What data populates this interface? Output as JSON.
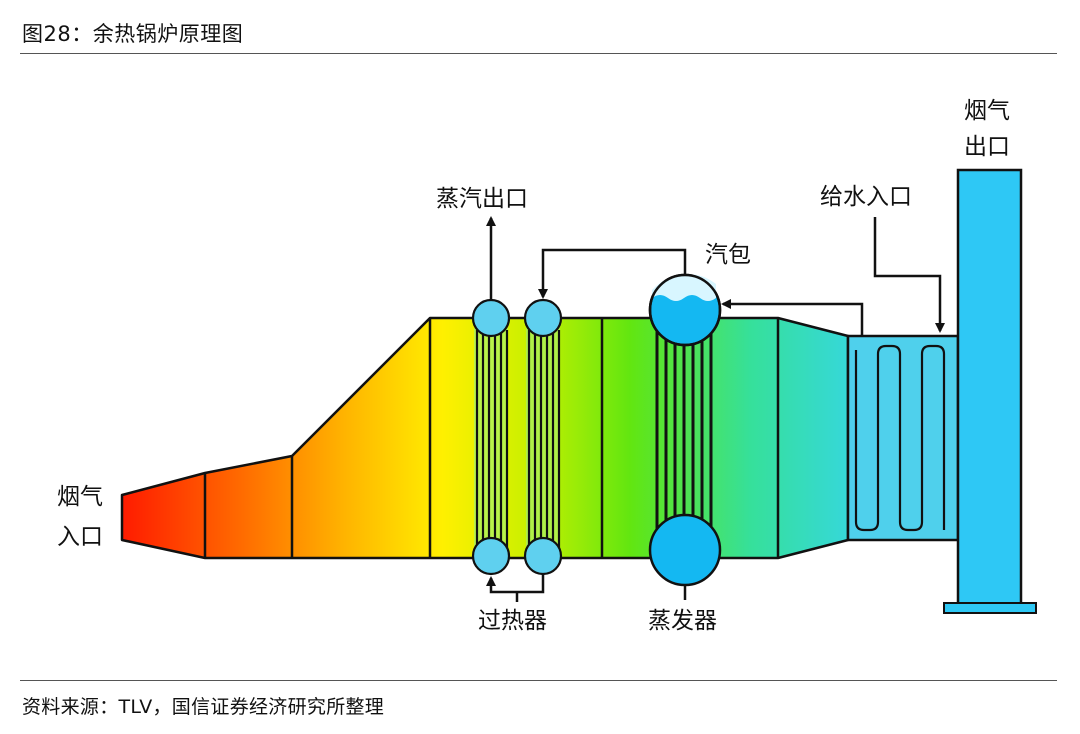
{
  "figure": {
    "title": "图28：余热锅炉原理图",
    "source": "资料来源：TLV，国信证券经济研究所整理"
  },
  "labels": {
    "flue_gas_inlet_line1": "烟气",
    "flue_gas_inlet_line2": "入口",
    "steam_outlet": "蒸汽出口",
    "steam_drum": "汽包",
    "feedwater_inlet": "给水入口",
    "flue_gas_outlet_line1": "烟气",
    "flue_gas_outlet_line2": "出口",
    "superheater": "过热器",
    "evaporator": "蒸发器"
  },
  "colors": {
    "gradient_start": "#ff1a00",
    "gradient_orange": "#ff8a00",
    "gradient_yellow": "#fff200",
    "gradient_green": "#55e000",
    "gradient_teal": "#2fe0c0",
    "gradient_end": "#2fd0ee",
    "pipe_blue": "#5fd0ef",
    "drum_blue": "#14b8f2",
    "stack_blue": "#2ec8f5",
    "outline": "#111111"
  }
}
